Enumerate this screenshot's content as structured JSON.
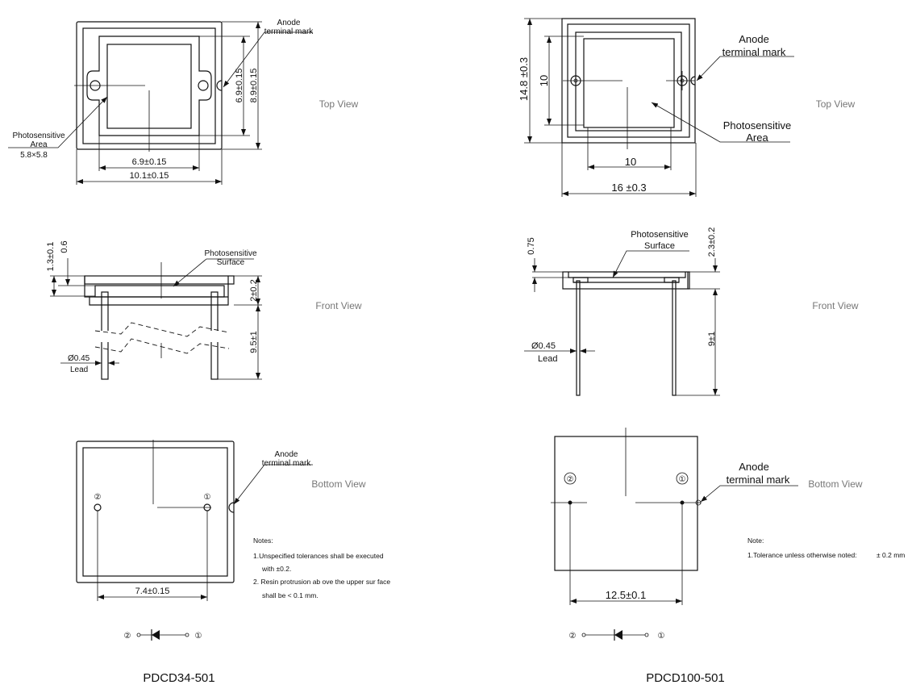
{
  "left": {
    "title": "PDCD34-501",
    "top_view": {
      "label": "Top View",
      "anode_1": "Anode",
      "anode_2": "terminal mark",
      "photo_1": "Photosensitive",
      "photo_2": "Area",
      "photo_3": "5.8×5.8",
      "dim_inner_v": "6.9±0.15",
      "dim_outer_v": "8.9±0.15",
      "dim_inner_h": "6.9±0.15",
      "dim_outer_h": "10.1±0.15"
    },
    "front_view": {
      "label": "Front View",
      "dim_a": "1.3±0.1",
      "dim_b": "0.6",
      "photo_1": "Photosensitive",
      "photo_2": "Surface",
      "dim_height": "2±0.2",
      "dim_lead_len": "9.5±1",
      "lead_dia": "Ø0.45",
      "lead": "Lead"
    },
    "bottom_view": {
      "label": "Bottom View",
      "anode_1": "Anode",
      "anode_2": "terminal mark",
      "pin2": "②",
      "pin1": "①",
      "dim_pitch": "7.4±0.15"
    },
    "notes": {
      "heading": "Notes:",
      "n1a": "1.Unspecified  tolerances shall be executed",
      "n1b": "with ±0.2.",
      "n2a": "2. Resin protrusion ab ove the upper sur face",
      "n2b": "shall be < 0.1 mm."
    },
    "symbol": {
      "pin2": "②",
      "pin1": "①"
    }
  },
  "right": {
    "title": "PDCD100-501",
    "top_view": {
      "label": "Top View",
      "anode_1": "Anode",
      "anode_2": "terminal mark",
      "photo_1": "Photosensitive",
      "photo_2": "Area",
      "dim_outer_v": "14.8 ±0.3",
      "dim_inner_v": "10",
      "dim_inner_h": "10",
      "dim_outer_h": "16 ±0.3"
    },
    "front_view": {
      "label": "Front View",
      "dim_a": "0.75",
      "photo_1": "Photosensitive",
      "photo_2": "Surface",
      "dim_height": "2.3±0.2",
      "dim_lead_len": "9±1",
      "lead_dia": "Ø0.45",
      "lead": "Lead"
    },
    "bottom_view": {
      "label": "Bottom View",
      "anode_1": "Anode",
      "anode_2": "terminal mark",
      "pin2": "②",
      "pin1": "①",
      "dim_pitch": "12.5±0.1"
    },
    "notes": {
      "heading": "Note:",
      "n1": "1.Tolerance unless otherwise noted:",
      "n1_val": "± 0.2 mm"
    },
    "symbol": {
      "pin2": "②",
      "pin1": "①"
    }
  }
}
